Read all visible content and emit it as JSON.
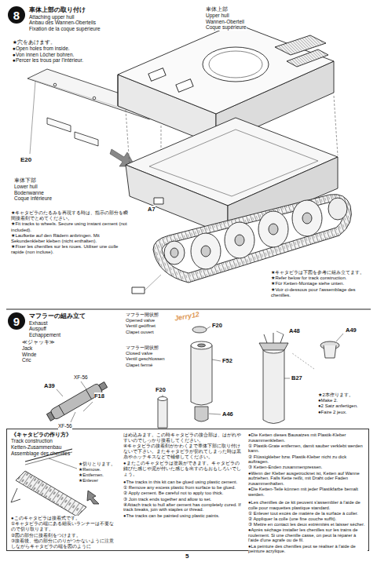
{
  "diagram": {
    "nodes": [
      {
        "text": [
          "8",
          "車体上部の取り付け",
          "Attaching upper hull",
          "Anbau des Wannen-Oberteils",
          "Fixation de la coque supérieure"
        ]
      },
      {
        "text": [
          "9",
          "マフラーの組み立て",
          "Exhaust",
          "Auspuff",
          "Echappement"
        ]
      },
      {
        "text": [
          "《キャタピラの作り方》",
          "Track construction",
          "Ketten-Zusammenbau",
          "Assemblage des chenilles"
        ]
      }
    ],
    "labels": [
      "車体上部",
      "Upper hull",
      "Wannen-Oberteil",
      "Coque supérieure",
      "★穴をあけます。",
      "●Open holes from inside.",
      "●Von innen Löcher bohren.",
      "●Percer les trous par l'intérieur.",
      "E20",
      "車体下部",
      "Lower hull",
      "Bodenwanne",
      "Coque inférieure",
      "A7",
      "★キャタピラのたるみを再現する時は、指示の部分を瞬間接着剤でとめてください。",
      "★Fit tracks to wheels. Secure using instant cement (not included).",
      "★Laufkette auf den Rädern anbringen. Mit Sekundenkleber kleben (nicht enthalten).",
      "★Fixer les chenilles sur les roues. Utiliser une colle rapide (non incluse).",
      "★キャタピラは下図を参考に組み立てます。",
      "★Refer below for track construction.",
      "★Für Ketten-Montage siehe unten.",
      "★Voir ci-dessous pour l'assemblage des chenilles.",
      "≪ジャッキ≫",
      "Jack",
      "Winde",
      "Cric",
      "A39",
      "XF-56",
      "XF-56",
      "F18",
      "マフラー開状態",
      "Opened valve",
      "Ventil geöffnet",
      "Clapet ouvert",
      "F20",
      "マフラー閉状態",
      "Closed valve",
      "Ventil geschlossen",
      "Clapet fermé",
      "F52",
      "F20",
      "A46",
      "A48",
      "A49",
      "B27",
      "★2本作ります。",
      "●Make 2.",
      "●2 Satz anfertigen.",
      "●Faire 2 jeux.",
      "Jerry12",
      "★切りとります。",
      "★Remove.",
      "★Entfernen.",
      "★Enlever",
      "●このキャタピラは接着式です。",
      "①キャタピラの端にある細長いランナーは不要なので切り取ります。",
      "②図の部分に接着剤をつけます。",
      "③接着後、他の部分にのりがつかないように注意しながらキャタピラの端を図のように",
      "はめ込みます。この時キャタピラの接合部は、はがれやすいのでしっかり接着してください。",
      "④キャタピラの接着剤がかわくまで車体下部に取り付けないで下さい。またキャタピラが切れてしまった時は黒糸やホッチキスなどで補修してください。",
      "●またこのキャタピラは塗装ができます。キャタピラの錆びた感じや泥が付いた感じを出すのもおもしろいでしょう。",
      "●The tracks in this kit can be glued using plastic cement.",
      "① Remove any excess plastic from surface to be glued.",
      "② Apply cement. Be careful not to apply too thick.",
      "③ Join track ends together and allow to set.",
      "④Attach track to hull after cement has completely cured. If track breaks, join with staples or thread.",
      "●The tracks can be painted using plastic paints.",
      "●Die Ketten dieses Bausatzes mit Plastik-Kleber zusammenkleben.",
      "① Plastik-Grate entfernen, damit sauber verklebt werden kann.",
      "② Flüssigkleber bzw. Plastik-Kleber nicht zu dick auftragen.",
      "③ Ketten-Enden zusammenpressen.",
      "●Wenn der Kleber ausgetrocknet ist, Ketten auf Wanne aufziehen. Falls Kette reißt, mit Draht oder Faden zusammenhalten.",
      "●Die Ketten-Teile können mit jeder Plastikfarbe bemalt werden.",
      "●Les chenilles de ce kit peuvent s'assembler à l'aide de colle pour maquettes plastique standard.",
      "① Enlever tout excès de matière de la surface à coller.",
      "② Appliquer la colle (une fine couche suffit).",
      "③ Mettre en contact les deux extrémités et laisser sécher.",
      "●Après séchage installer les chenilles sur les trains de roulement. Si une chenille casse, on peut la réparer à l'aide d'une agrafe ou de fil.",
      "●La peinture des chenilles peut se réaliser à l'aide de peinture acrylique.",
      "5"
    ]
  }
}
